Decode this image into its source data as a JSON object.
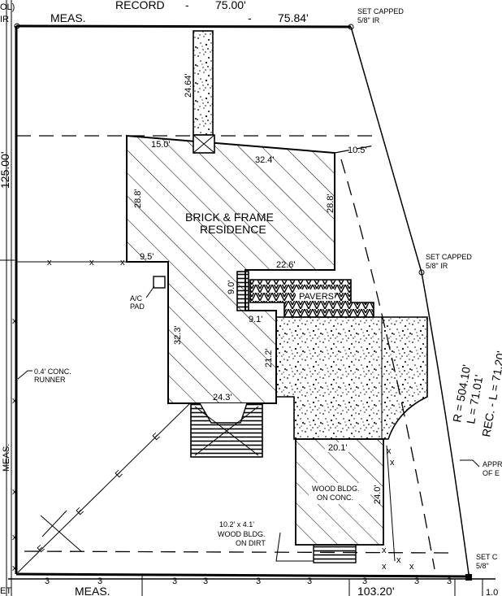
{
  "boundary": {
    "record_label": "RECORD",
    "record_dash_1": "-",
    "record_value": "75.00'",
    "meas_label_top": "MEAS.",
    "meas_dash_top": "-",
    "meas_value_top": "75.84'",
    "left_dimension": "125.00'",
    "left_meas_label": "MEAS.",
    "bottom_meas_label": "MEAS.",
    "bottom_value": "103.20'",
    "partial_top_left": "OL)",
    "partial_ir": "IR",
    "partial_bottom_left": "ET",
    "partial_bottom_right": "1.0"
  },
  "corners": {
    "top_right_line1": "SET CAPPED",
    "top_right_line2": "5/8\" IR",
    "mid_right_line1": "SET CAPPED",
    "mid_right_line2": "5/8\" IR",
    "bottom_right_line1": "SET C",
    "bottom_right_line2": "5/8\""
  },
  "curve": {
    "radius": "R = 504.10'",
    "length": "L = 71.01'",
    "record": "REC. - L = 71.20'"
  },
  "approx_note": {
    "line1": "APPR",
    "line2": "OF E"
  },
  "residence": {
    "name_line1": "BRICK & FRAME",
    "name_line2": "RESIDENCE",
    "dims": {
      "top_left": "15.0'",
      "top": "32.4'",
      "left_upper": "28.8'",
      "right": "28.8'",
      "inner": "22.6'",
      "ell": "9.5'",
      "left_lower": "32.3'",
      "step": "9.1'",
      "stoop": "9.0'",
      "right_lower": "21.2'",
      "bottom": "24.3'"
    }
  },
  "walk_dim": "24.64'",
  "setback_dim": "10.5'",
  "pavers": "PAVERS",
  "ac_pad": {
    "line1": "A/C",
    "line2": "PAD"
  },
  "runner": {
    "line1": "0.4' CONC.",
    "line2": "RUNNER"
  },
  "wood_bldg_conc": {
    "line1": "WOOD BLDG.",
    "line2": "ON CONC.",
    "width": "20.1'",
    "depth": "24.0'"
  },
  "wood_bldg_dirt": {
    "size": "10.2' x 4.1'",
    "line1": "WOOD BLDG.",
    "line2": "ON DIRT"
  },
  "electric": {
    "marker": "E"
  },
  "fence": {
    "x_mark": "x",
    "three_mark": "3"
  }
}
